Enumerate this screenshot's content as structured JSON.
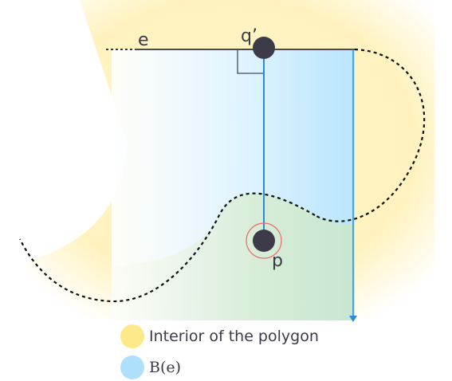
{
  "labels": {
    "edge": "e",
    "q_prime": "q’",
    "point_p": "p"
  },
  "legend": [
    {
      "label": "Interior of the polygon",
      "color": "#fde88a"
    },
    {
      "label": "B(e)",
      "color": "#aee0fb"
    }
  ],
  "colors": {
    "polygon_interior": "#fde88a",
    "beam_region": "#aee0fb",
    "edge_line": "#4a4a56",
    "perpendicular": "#2d8bd6",
    "point": "#3d3b49",
    "highlight_ring": "#ef6b6b"
  }
}
